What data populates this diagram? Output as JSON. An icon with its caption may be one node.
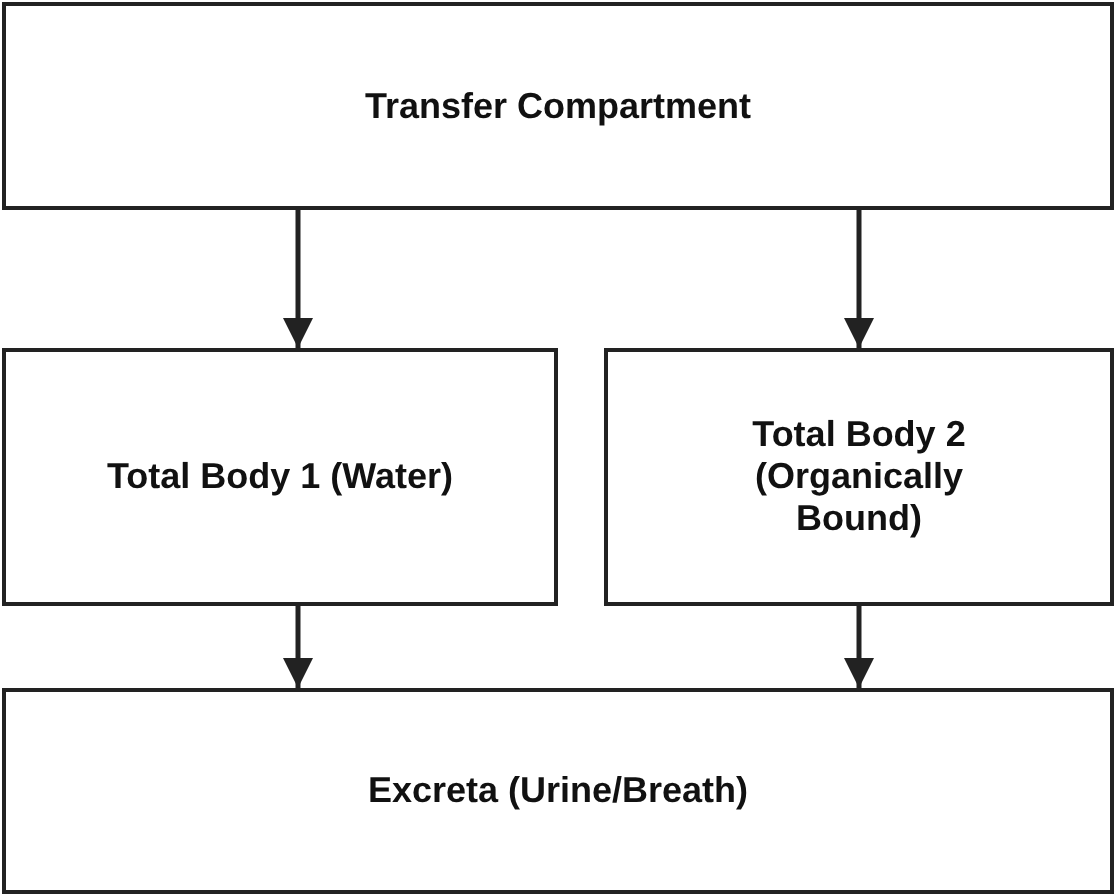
{
  "diagram": {
    "nodes": [
      {
        "text": [
          "Transfer Compartment"
        ]
      },
      {
        "text": [
          "Total Body 1 (Water)"
        ]
      },
      {
        "text": [
          "Total Body 2 (Organically Bound)"
        ]
      },
      {
        "text": [
          "Excreta (Urine/Breath)"
        ]
      }
    ],
    "edges": [
      {
        "from": 0,
        "to": 1,
        "arrow": "to"
      },
      {
        "from": 0,
        "to": 2,
        "arrow": "to"
      },
      {
        "from": 1,
        "to": 3,
        "arrow": "to"
      },
      {
        "from": 2,
        "to": 3,
        "arrow": "to"
      }
    ]
  }
}
